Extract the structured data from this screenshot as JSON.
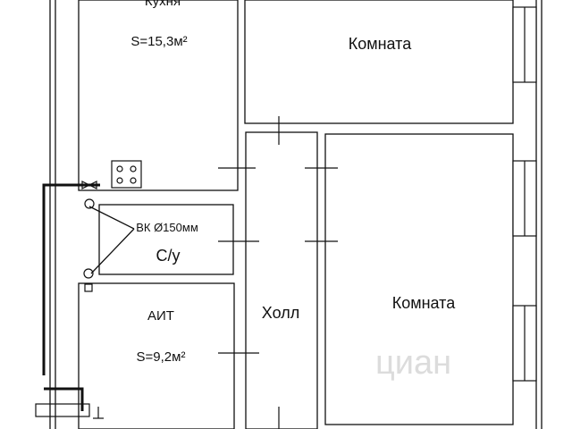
{
  "rooms": {
    "kitchen": {
      "name": "Кухня",
      "area": "S=15,3м²"
    },
    "room_top": {
      "name": "Комната"
    },
    "room_right": {
      "name": "Комната"
    },
    "hall": {
      "name": "Холл"
    },
    "bathroom": {
      "name": "С/у",
      "duct": "ВК Ø150мм"
    },
    "ait": {
      "name": "АИТ",
      "area": "S=9,2м²"
    }
  },
  "watermark": {
    "text": "циан"
  },
  "colors": {
    "wall": "#111111",
    "background": "#ffffff",
    "watermark": "#dcdcdc"
  }
}
